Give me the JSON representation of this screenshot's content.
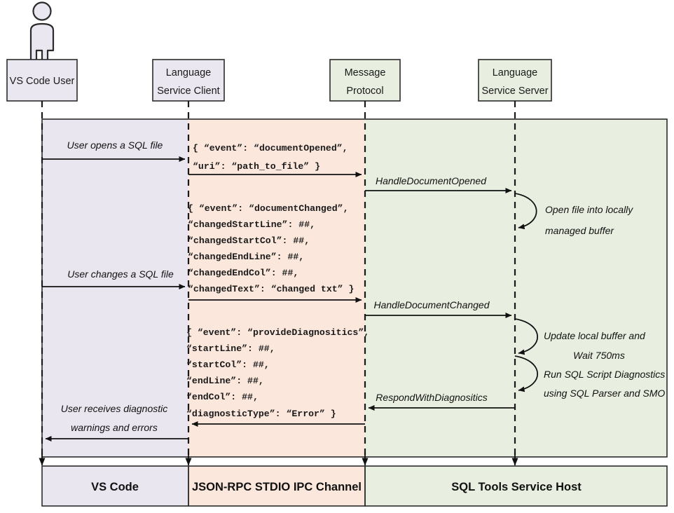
{
  "diagram": {
    "title": "VS Code SQL Tools Language Service Sequence Diagram",
    "type": "sequence-diagram",
    "colors": {
      "band_lavender": "#e9e6ef",
      "band_peach": "#fbe7dc",
      "band_green": "#e8eee0",
      "box_lavender": "#eae7f0",
      "box_green": "#e8eee0",
      "stroke": "#2b2b2b",
      "text": "#1a1a1a"
    }
  },
  "actors": [
    {
      "id": "user",
      "label": "VS Code User",
      "line1": "VS Code User",
      "line2": "",
      "fill": "lavender",
      "has_stick_figure": true
    },
    {
      "id": "client",
      "label": "Language Service Client",
      "line1": "Language",
      "line2": "Service Client",
      "fill": "lavender",
      "has_stick_figure": false
    },
    {
      "id": "proto",
      "label": "Message Protocol",
      "line1": "Message",
      "line2": "Protocol",
      "fill": "green",
      "has_stick_figure": false
    },
    {
      "id": "server",
      "label": "Language Service Server",
      "line1": "Language",
      "line2": "Service Server",
      "fill": "green",
      "has_stick_figure": false
    }
  ],
  "messages": [
    {
      "id": "m1",
      "label": "User opens a SQL file",
      "line1": "User opens a SQL file",
      "line2": "",
      "direction": "right"
    },
    {
      "id": "m2",
      "label": "HandleDocumentOpened",
      "line1": "HandleDocumentOpened",
      "line2": "",
      "direction": "right"
    },
    {
      "id": "m3",
      "label": "User changes a SQL file",
      "line1": "User changes a SQL file",
      "line2": "",
      "direction": "right"
    },
    {
      "id": "m4",
      "label": "HandleDocumentChanged",
      "line1": "HandleDocumentChanged",
      "line2": "",
      "direction": "right"
    },
    {
      "id": "m5",
      "label": "RespondWithDiagnositics",
      "line1": "RespondWithDiagnositics",
      "line2": "",
      "direction": "left"
    },
    {
      "id": "m6",
      "label": "User receives diagnostic warnings and errors",
      "line1": "User receives diagnostic",
      "line2": "warnings and errors",
      "direction": "left"
    }
  ],
  "self_calls": [
    {
      "id": "s1",
      "line1": "Open file into locally",
      "line2": "managed buffer"
    },
    {
      "id": "s2",
      "line1": "Update local buffer and",
      "line2": "Wait 750ms"
    },
    {
      "id": "s3",
      "line1": "Run SQL Script Diagnostics",
      "line2": "using SQL Parser and SMO"
    }
  ],
  "json_blocks": [
    {
      "id": "jb1",
      "lines": [
        "{  “event”: “documentOpened”,",
        "   “uri”: “path_to_file” }"
      ]
    },
    {
      "id": "jb2",
      "lines": [
        "{  “event”: “documentChanged”,",
        "   “changedStartLine”: ##,",
        "   “changedStartCol”: ##,",
        "   “changedEndLine”: ##,",
        "   “changedEndCol”: ##,",
        "   “changedText”: “changed txt” }"
      ]
    },
    {
      "id": "jb3",
      "lines": [
        "{  “event”: “provideDiagnositics”,",
        "   “startLine”: ##,",
        "   “startCol”: ##,",
        "   “endLine”: ##,",
        "   “endCol”: ##,",
        "   “diagnosticType”: “Error” }"
      ]
    }
  ],
  "footer": {
    "zones": [
      {
        "id": "z1",
        "label": "VS Code",
        "fill": "lavender"
      },
      {
        "id": "z2",
        "label": "JSON-RPC STDIO IPC Channel",
        "fill": "peach"
      },
      {
        "id": "z3",
        "label": "SQL Tools Service Host",
        "fill": "green"
      }
    ]
  }
}
